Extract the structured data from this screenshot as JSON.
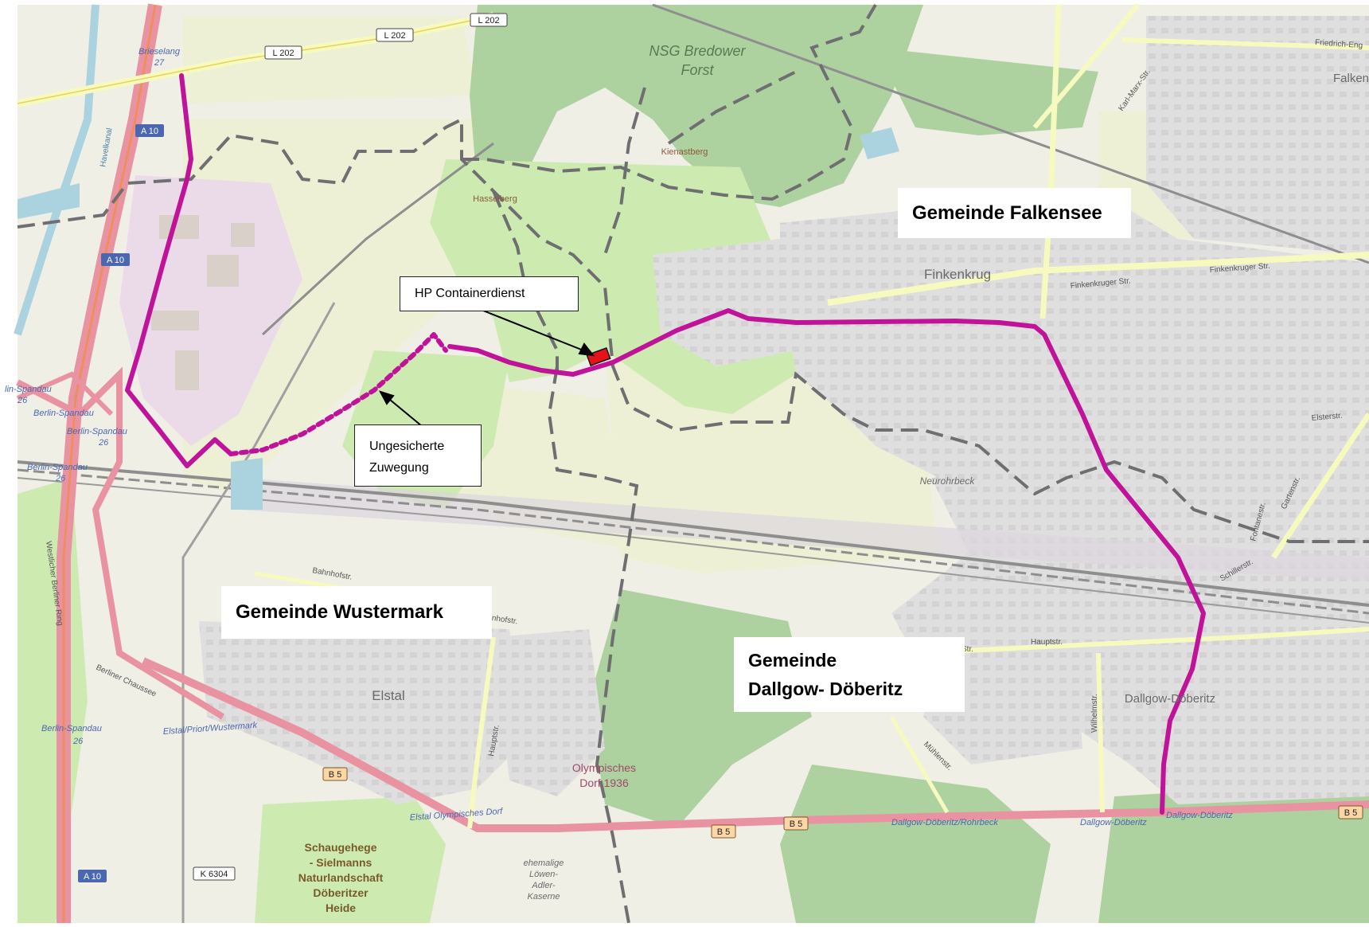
{
  "annotations": {
    "container_service": "HP Containerdienst",
    "unsecured_access_line1": "Ungesicherte",
    "unsecured_access_line2": "Zuwegung",
    "municipality_falkensee": "Gemeinde Falkensee",
    "municipality_wustermark": "Gemeinde Wustermark",
    "municipality_dallgow_line1": "Gemeinde",
    "municipality_dallgow_line2": "Dallgow- Döberitz"
  },
  "place_labels": {
    "nsg_line1": "NSG Bredower",
    "nsg_line2": "Forst",
    "kienastberg": "Kienastberg",
    "hasselberg": "Hasselberg",
    "finkenkrug": "Finkenkrug",
    "neurohrbeck": "Neurohrbeck",
    "elstal": "Elstal",
    "dallgow_doberitz": "Dallgow-Döberitz",
    "olympisches_line1": "Olympisches",
    "olympisches_line2": "Dorf 1936",
    "schaugehege_line1": "Schaugehege",
    "schaugehege_line2": "- Sielmanns",
    "schaugehege_line3": "Naturlandschaft",
    "schaugehege_line4": "Döberitzer",
    "schaugehege_line5": "Heide",
    "kaserne_line1": "ehemalige",
    "kaserne_line2": "Löwen-",
    "kaserne_line3": "Adler-",
    "kaserne_line4": "Kaserne",
    "falken_partial": "Falken"
  },
  "street_labels": {
    "friedrich_engels": "Friedrich-Eng",
    "karl_marx": "Karl-Marx-Str.",
    "finkenkruger_str": "Finkenkruger Str.",
    "elsterstr": "Elsterstr.",
    "gartenstr": "Gartenstr.",
    "fontanestr": "Fontanestr.",
    "schillerstr": "Schillerstr.",
    "hauptstr": "Hauptstr.",
    "hauptstr_left": "Str.",
    "wilhelmstr": "Wilhelmstr.",
    "muhlenstr": "Mühlenstr.",
    "bahnhofstr": "Bahnhofstr.",
    "bahnhofstr_2": "hnhofstr.",
    "hauptstr_elstal": "Hauptstr.",
    "havelkanal": "Havelkanal",
    "westlicher_ring": "Westlicher Berliner Ring",
    "berliner_chaussee": "Berliner Chaussee"
  },
  "road_shields": {
    "l202_a": "L 202",
    "l202_b": "L 202",
    "l202_c": "L 202",
    "a10_a": "A 10",
    "a10_b": "A 10",
    "a10_c": "A 10",
    "b5_a": "B 5",
    "b5_b": "B 5",
    "b5_c": "B 5",
    "b5_d": "B 5",
    "k6304": "K 6304"
  },
  "junction_labels": {
    "brieselang": "Brieselang",
    "brieselang_num": "27",
    "spandau_1": "lin-Spandau",
    "spandau_1_num": "26",
    "spandau_2": "Berlin-Spandau",
    "spandau_3": "Berlin-Spandau",
    "spandau_3_num": "26",
    "spandau_4": "Berlin-Spandau",
    "spandau_4_num": "26",
    "spandau_5": "Berlin-Spandau",
    "spandau_5_num": "26"
  },
  "station_labels": {
    "elstal_priort": "Elstal/Priort/Wustermark",
    "elstal_olymp": "Elstal Olympisches Dorf",
    "dallgow_rohrbeck": "Dallgow-Döberitz/Rohrbeck",
    "dallgow_1": "Dallgow-Döberitz",
    "dallgow_2": "Dallgow-Döberitz"
  },
  "colors": {
    "route": "#c0139a",
    "boundary": "#6f6f72",
    "container_marker": "#e3121b",
    "forest": "#aed1a0",
    "meadow": "#cdebb0",
    "farmland": "#eef0d5",
    "urban": "#e0dfdf",
    "motorway": "#e892a2",
    "primary": "#fcd6a4",
    "yellow_road": "#f7fabf"
  }
}
